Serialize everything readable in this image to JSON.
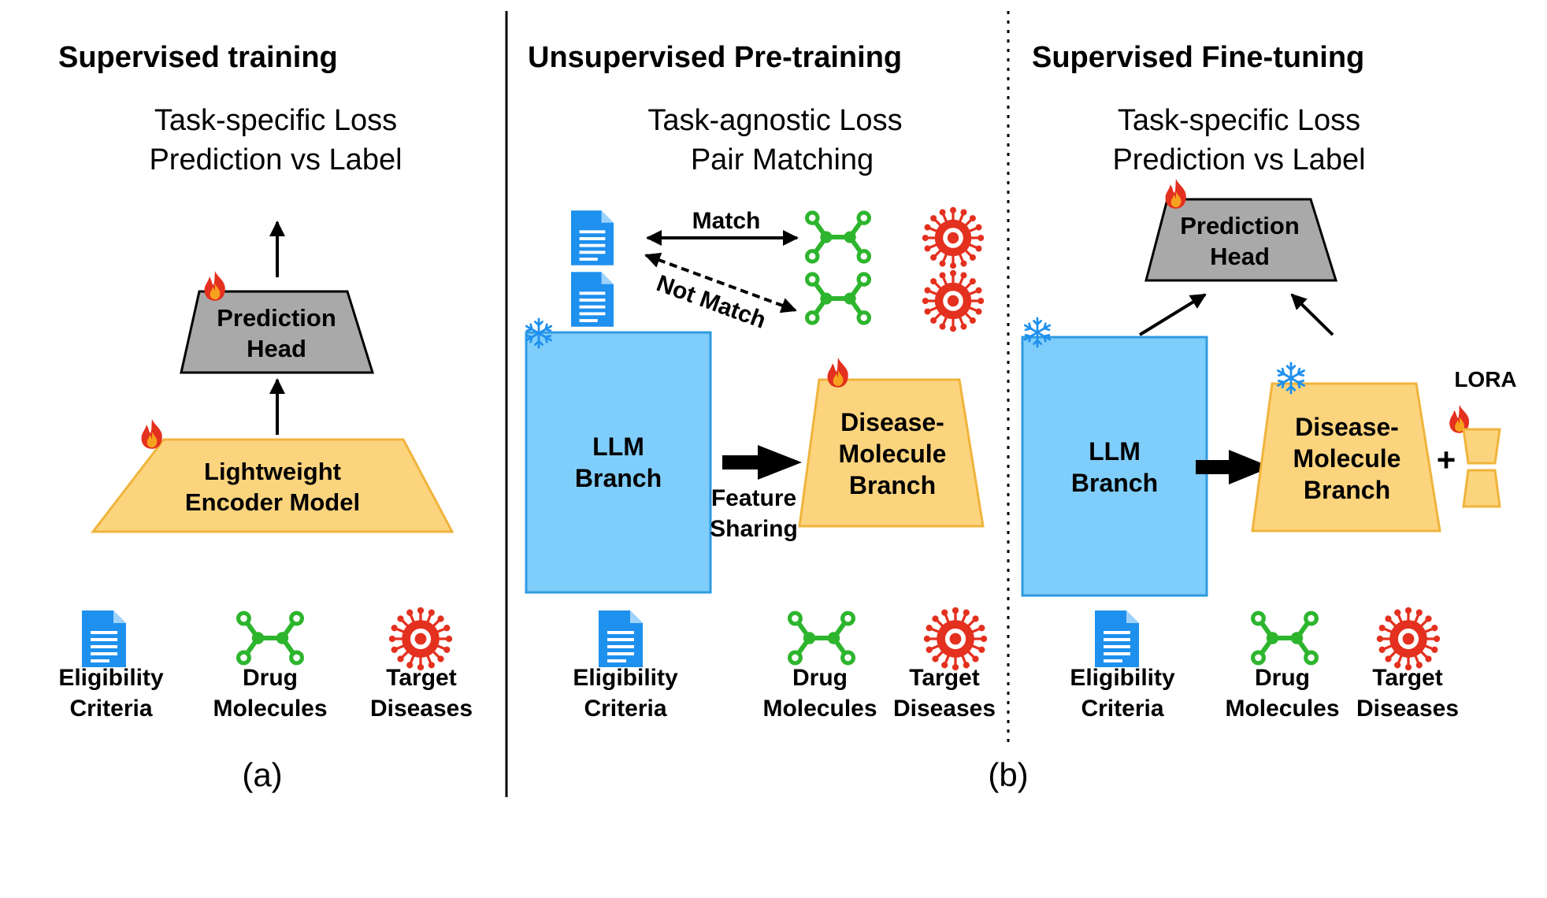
{
  "panel_a": {
    "heading": "Supervised training",
    "loss_line1": "Task-specific Loss",
    "loss_line2": "Prediction vs Label",
    "pred_head_line1": "Prediction",
    "pred_head_line2": "Head",
    "encoder_line1": "Lightweight",
    "encoder_line2": "Encoder Model",
    "inputs": [
      {
        "line1": "Eligibility",
        "line2": "Criteria",
        "icon": "document-icon"
      },
      {
        "line1": "Drug",
        "line2": "Molecules",
        "icon": "molecule-icon"
      },
      {
        "line1": "Target",
        "line2": "Diseases",
        "icon": "virus-icon"
      }
    ],
    "caption": "(a)"
  },
  "panel_b1": {
    "heading": "Unsupervised Pre-training",
    "loss_line1": "Task-agnostic Loss",
    "loss_line2": "Pair Matching",
    "match_label": "Match",
    "not_match_label": "Not Match",
    "llm_line1": "LLM",
    "llm_line2": "Branch",
    "feature_line1": "Feature",
    "feature_line2": "Sharing",
    "dm_line1": "Disease-",
    "dm_line2": "Molecule",
    "dm_line3": "Branch",
    "inputs": [
      {
        "line1": "Eligibility",
        "line2": "Criteria",
        "icon": "document-icon"
      },
      {
        "line1": "Drug",
        "line2": "Molecules",
        "icon": "molecule-icon"
      },
      {
        "line1": "Target",
        "line2": "Diseases",
        "icon": "virus-icon"
      }
    ]
  },
  "panel_b2": {
    "heading": "Supervised Fine-tuning",
    "loss_line1": "Task-specific Loss",
    "loss_line2": "Prediction vs Label",
    "pred_head_line1": "Prediction",
    "pred_head_line2": "Head",
    "llm_line1": "LLM",
    "llm_line2": "Branch",
    "dm_line1": "Disease-",
    "dm_line2": "Molecule",
    "dm_line3": "Branch",
    "lora_label": "LORA",
    "plus": "+",
    "inputs": [
      {
        "line1": "Eligibility",
        "line2": "Criteria",
        "icon": "document-icon"
      },
      {
        "line1": "Drug",
        "line2": "Molecules",
        "icon": "molecule-icon"
      },
      {
        "line1": "Target",
        "line2": "Diseases",
        "icon": "virus-icon"
      }
    ]
  },
  "caption_b": "(b)",
  "colors": {
    "encoder_fill": "#FDD47E",
    "encoder_stroke": "#F0B43C",
    "llm_fill": "#7FCDFA",
    "llm_stroke": "#2F9BE0",
    "head_fill": "#A9A9A9",
    "document": "#1E90EE",
    "molecule": "#2DB52D",
    "virus": "#E4301E",
    "flame": "#E4301E",
    "snowflake": "#1E90EE"
  }
}
